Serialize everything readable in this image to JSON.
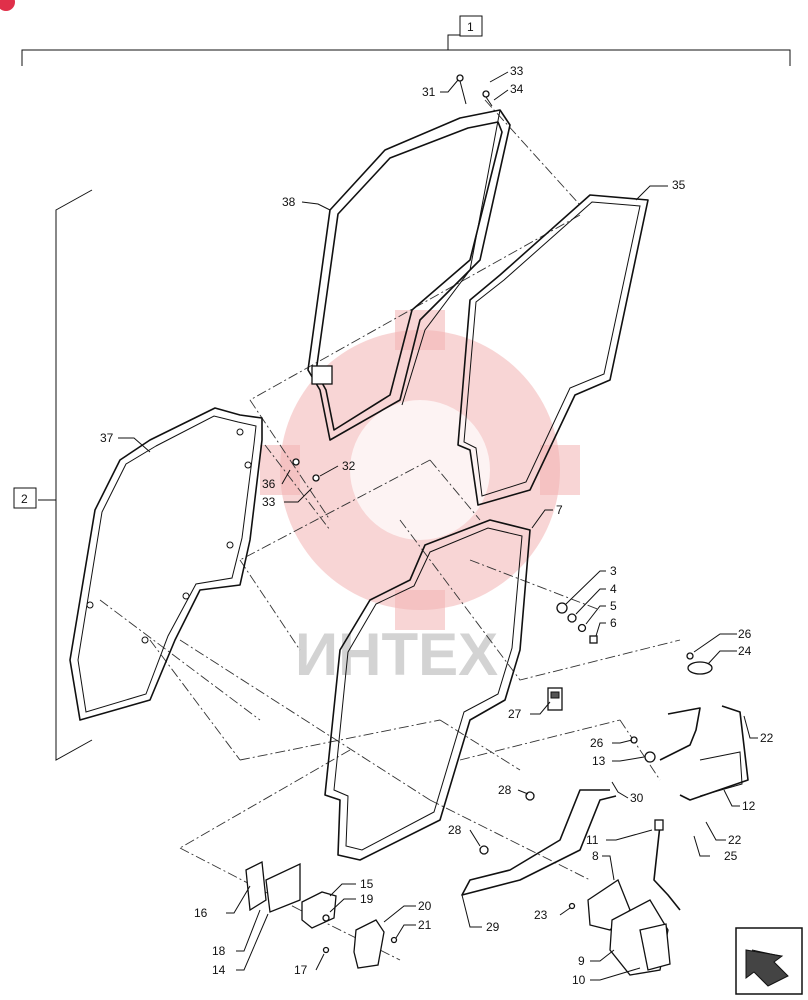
{
  "assembly_boxes": [
    {
      "id": "asm-1",
      "label": "1"
    },
    {
      "id": "asm-2",
      "label": "2"
    }
  ],
  "callouts": [
    {
      "id": "c31",
      "label": "31"
    },
    {
      "id": "c33a",
      "label": "33"
    },
    {
      "id": "c34",
      "label": "34"
    },
    {
      "id": "c35",
      "label": "35"
    },
    {
      "id": "c38",
      "label": "38"
    },
    {
      "id": "c37",
      "label": "37"
    },
    {
      "id": "c36",
      "label": "36"
    },
    {
      "id": "c32",
      "label": "32"
    },
    {
      "id": "c33b",
      "label": "33"
    },
    {
      "id": "c7",
      "label": "7"
    },
    {
      "id": "c3",
      "label": "3"
    },
    {
      "id": "c4",
      "label": "4"
    },
    {
      "id": "c5",
      "label": "5"
    },
    {
      "id": "c6",
      "label": "6"
    },
    {
      "id": "c26a",
      "label": "26"
    },
    {
      "id": "c24",
      "label": "24"
    },
    {
      "id": "c27",
      "label": "27"
    },
    {
      "id": "c22a",
      "label": "22"
    },
    {
      "id": "c26b",
      "label": "26"
    },
    {
      "id": "c13",
      "label": "13"
    },
    {
      "id": "c28a",
      "label": "28"
    },
    {
      "id": "c30",
      "label": "30"
    },
    {
      "id": "c12",
      "label": "12"
    },
    {
      "id": "c22b",
      "label": "22"
    },
    {
      "id": "c28b",
      "label": "28"
    },
    {
      "id": "c11",
      "label": "11"
    },
    {
      "id": "c25",
      "label": "25"
    },
    {
      "id": "c8",
      "label": "8"
    },
    {
      "id": "c15",
      "label": "15"
    },
    {
      "id": "c16",
      "label": "16"
    },
    {
      "id": "c19",
      "label": "19"
    },
    {
      "id": "c20",
      "label": "20"
    },
    {
      "id": "c21",
      "label": "21"
    },
    {
      "id": "c23",
      "label": "23"
    },
    {
      "id": "c29",
      "label": "29"
    },
    {
      "id": "c18",
      "label": "18"
    },
    {
      "id": "c14",
      "label": "14"
    },
    {
      "id": "c17",
      "label": "17"
    },
    {
      "id": "c9",
      "label": "9"
    },
    {
      "id": "c10",
      "label": "10"
    }
  ],
  "watermark": {
    "text": "ИНТЕХ",
    "color": "#f3b3b3"
  },
  "nav_icon": "arrow-navigation-icon"
}
